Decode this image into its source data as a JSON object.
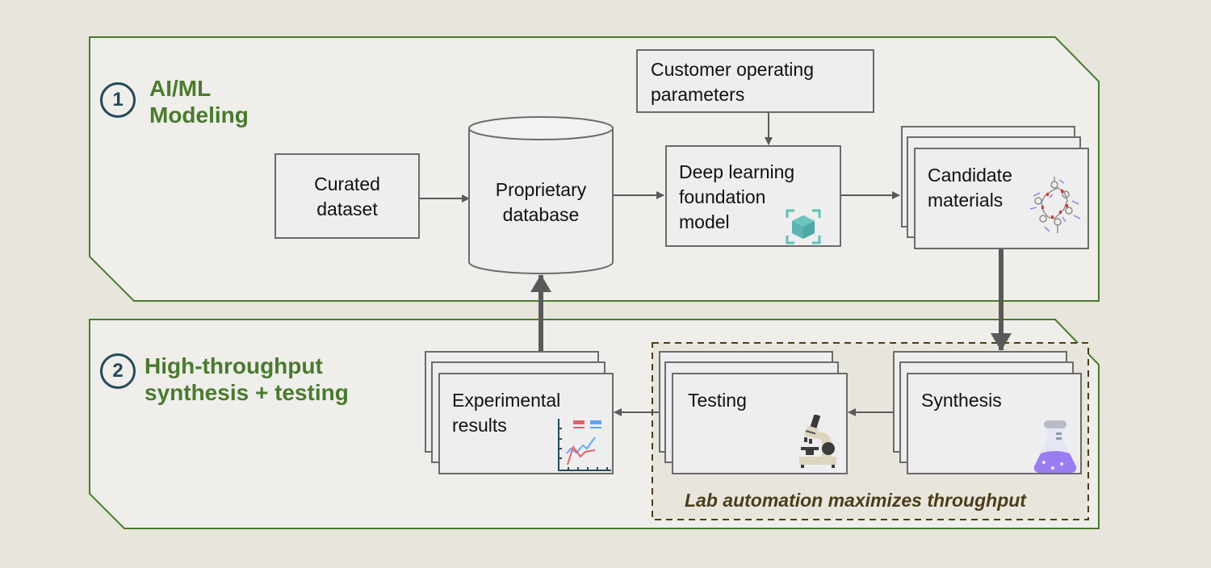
{
  "sections": [
    {
      "number": "1",
      "title": "AI/ML\nModeling"
    },
    {
      "number": "2",
      "title": "High-throughput\nsynthesis + testing"
    }
  ],
  "nodes": {
    "curated_dataset": "Curated\ndataset",
    "proprietary_database": "Proprietary\ndatabase",
    "customer_parameters": "Customer operating\nparameters",
    "foundation_model": "Deep learning\nfoundation\nmodel",
    "candidate_materials": "Candidate\nmaterials",
    "experimental_results": "Experimental\nresults",
    "testing": "Testing",
    "synthesis": "Synthesis"
  },
  "lab_automation_caption": "Lab automation maximizes throughput",
  "icons": {
    "foundation_model": "cube-icon",
    "candidate_materials": "molecule-icon",
    "experimental_results": "line-chart-icon",
    "testing": "microscope-icon",
    "synthesis": "flask-icon"
  },
  "colors": {
    "section_border": "#4a7a2e",
    "section_title": "#4a7a2e",
    "badge": "#23495a",
    "caption": "#4b3d1a",
    "arrow": "#5a5a5a"
  },
  "edges": [
    {
      "from": "curated_dataset",
      "to": "proprietary_database"
    },
    {
      "from": "proprietary_database",
      "to": "foundation_model"
    },
    {
      "from": "customer_parameters",
      "to": "foundation_model"
    },
    {
      "from": "foundation_model",
      "to": "candidate_materials"
    },
    {
      "from": "candidate_materials",
      "to": "synthesis"
    },
    {
      "from": "synthesis",
      "to": "testing"
    },
    {
      "from": "testing",
      "to": "experimental_results"
    },
    {
      "from": "experimental_results",
      "to": "proprietary_database"
    }
  ]
}
